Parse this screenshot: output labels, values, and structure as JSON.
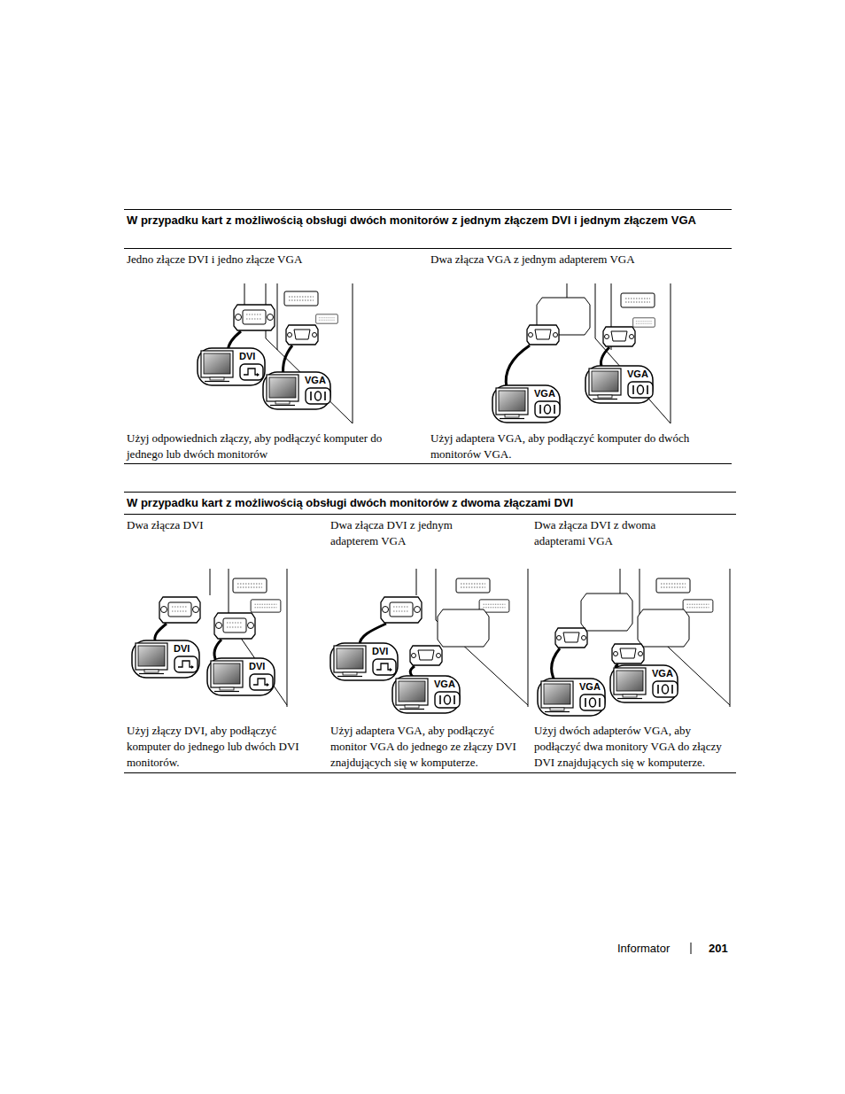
{
  "diagram": {
    "nodes": [
      {
        "text": [
          "W przypadku kart z możliwością obsługi dwóch monitorów z jednym złączem DVI i jednym złączem VGA"
        ]
      },
      {
        "text": [
          "Jedno złącze DVI i jedno złącze VGA",
          "Użyj odpowiednich złączy, aby podłączyć komputer do jednego lub dwóch monitorów"
        ],
        "in": 0
      },
      {
        "text": [
          "Dwa złącza VGA z jednym adapterem VGA",
          "Użyj adaptera VGA, aby podłączyć komputer do dwóch monitorów VGA."
        ],
        "in": 0
      },
      {
        "text": [
          "W przypadku kart z możliwością obsługi dwóch monitorów z dwoma złączami DVI"
        ]
      },
      {
        "text": [
          "Dwa złącza DVI",
          "Użyj złączy DVI, aby podłączyć komputer do jednego lub dwóch DVI monitorów."
        ],
        "in": 3
      },
      {
        "text": [
          "Dwa złącza DVI z jednym adapterem VGA",
          "Użyj adaptera VGA, aby podłączyć monitor VGA do jednego ze złączy DVI znajdujących się w komputerze."
        ],
        "in": 3
      },
      {
        "text": [
          "Dwa złącza DVI z dwoma adapterami VGA",
          "Użyj dwóch adapterów VGA, aby podłączyć dwa monitory VGA do złączy DVI znajdujących się w komputerze."
        ],
        "in": 3
      }
    ],
    "labels": [
      "DVI",
      "VGA",
      "VGA",
      "VGA",
      "DVI",
      "DVI",
      "DVI",
      "VGA",
      "VGA",
      "VGA",
      "Informator",
      "201"
    ]
  }
}
